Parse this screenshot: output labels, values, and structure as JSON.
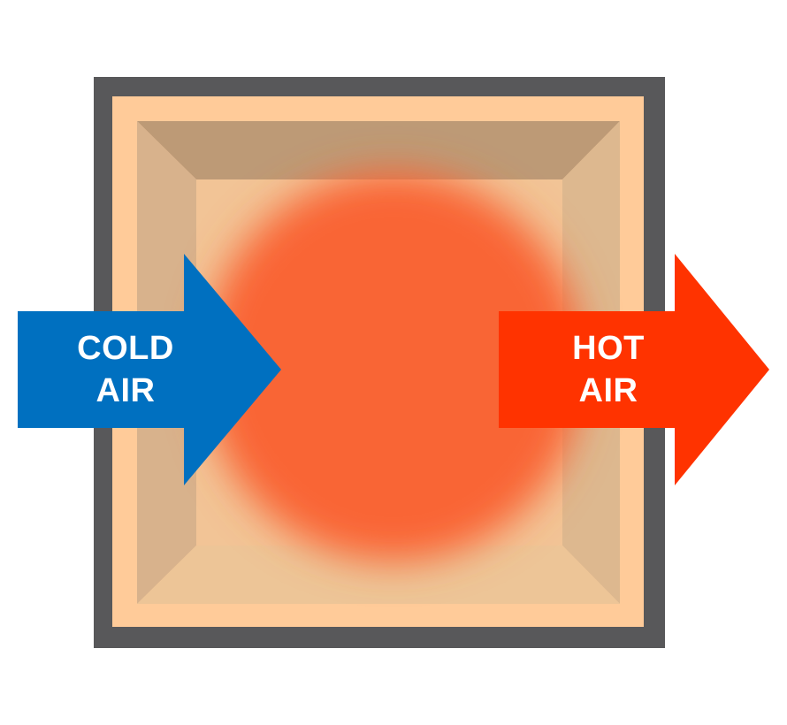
{
  "inflow": {
    "line1": "COLD",
    "line2": "AIR",
    "icon": "right-arrow-icon",
    "color": "#0070C0"
  },
  "outflow": {
    "line1": "HOT",
    "line2": "AIR",
    "icon": "right-arrow-icon",
    "color": "#FF3300"
  },
  "colors": {
    "frame": "#58585A",
    "wall": "#FFCB99",
    "heat": "#F96535"
  }
}
